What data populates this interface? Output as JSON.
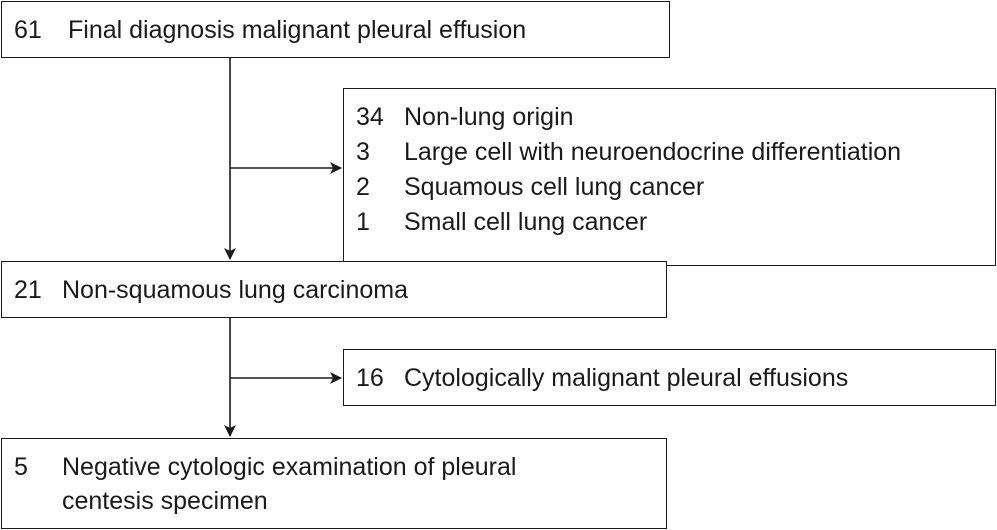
{
  "flow": {
    "box1": {
      "count": "61",
      "label": "Final diagnosis malignant pleural effusion"
    },
    "exclusions1": [
      {
        "count": "34",
        "label": "Non-lung origin"
      },
      {
        "count": "3",
        "label": "Large cell with neuroendocrine differentiation"
      },
      {
        "count": "2",
        "label": "Squamous cell lung cancer"
      },
      {
        "count": "1",
        "label": "Small cell lung cancer"
      }
    ],
    "box2": {
      "count": "21",
      "label": "Non-squamous lung carcinoma"
    },
    "exclusion2": {
      "count": "16",
      "label": "Cytologically malignant pleural effusions"
    },
    "box3": {
      "count": "5",
      "label_line1": "Negative cytologic examination of pleural",
      "label_line2": "centesis specimen"
    }
  }
}
